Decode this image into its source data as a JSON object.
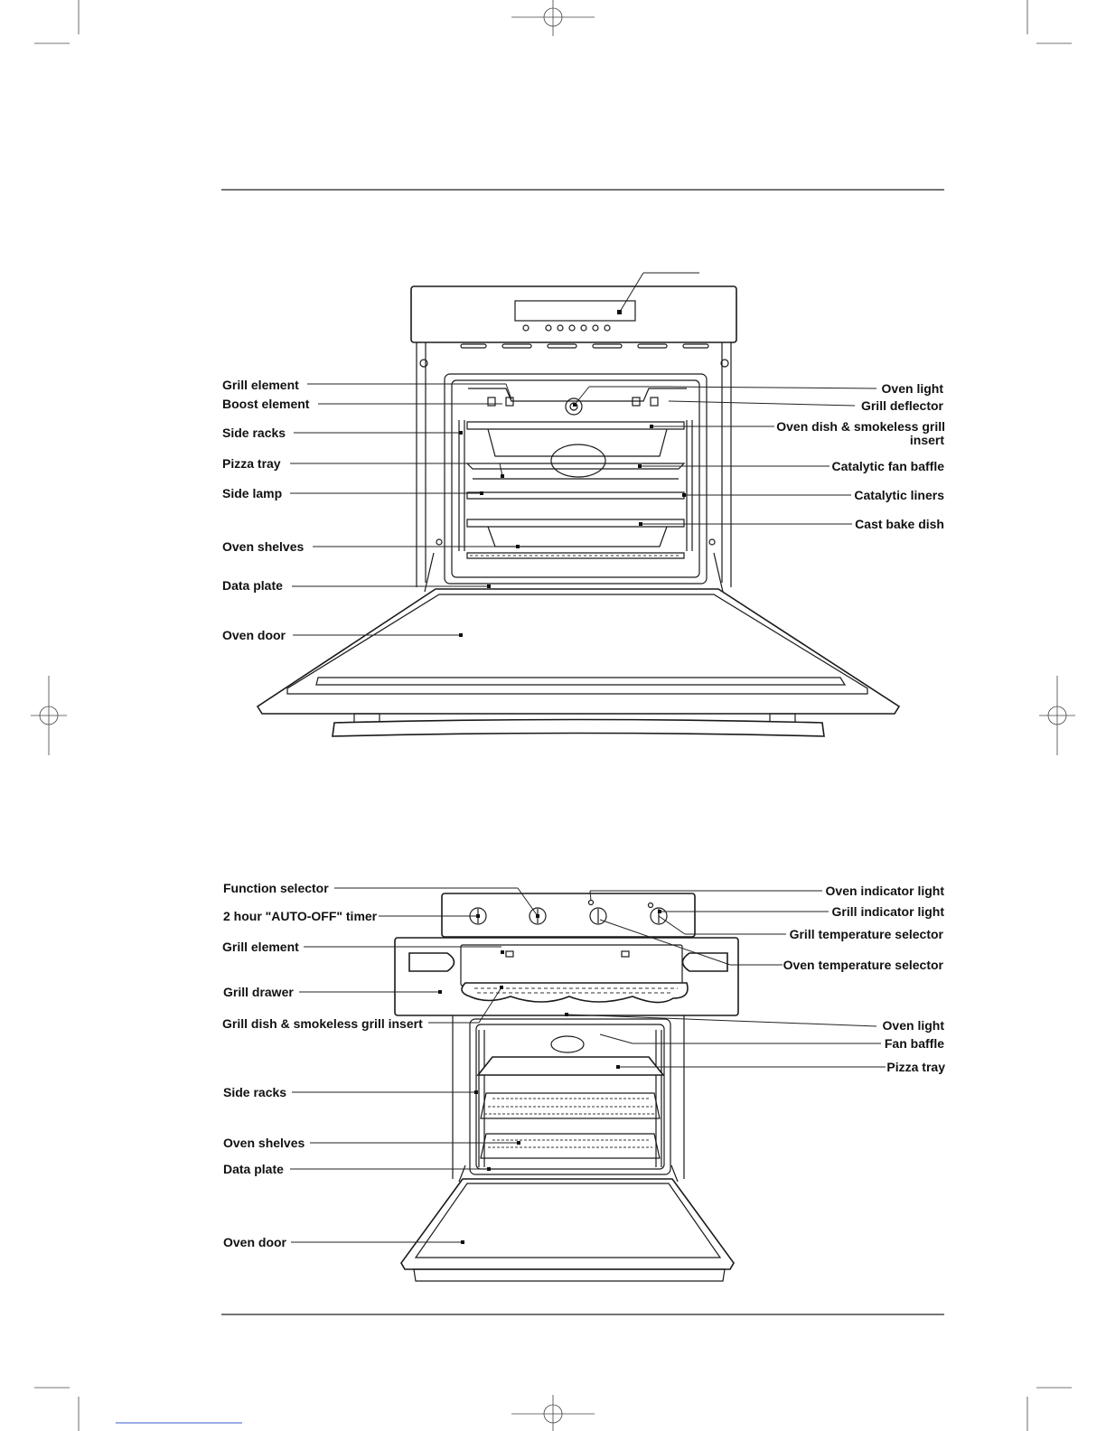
{
  "top_diagram": {
    "labels_left": [
      "Grill element",
      "Boost element",
      "Side racks",
      "Pizza tray",
      "Side lamp",
      "Oven shelves",
      "Data plate",
      "Oven door"
    ],
    "labels_right": [
      "Oven light",
      "Grill deflector",
      "Oven dish & smokeless grill",
      "insert",
      "Catalytic fan baffle",
      "Catalytic liners",
      "Cast bake dish"
    ]
  },
  "bottom_diagram": {
    "labels_left": [
      "Function selector",
      "2 hour \"AUTO-OFF\" timer",
      "Grill element",
      "Grill drawer",
      "Grill dish & smokeless grill insert",
      "Side racks",
      "Oven shelves",
      "Data plate",
      "Oven door"
    ],
    "labels_right": [
      "Oven indicator light",
      "Grill indicator light",
      "Grill temperature selector",
      "Oven temperature selector",
      "Oven light",
      "Fan baffle",
      "Pizza tray"
    ]
  }
}
